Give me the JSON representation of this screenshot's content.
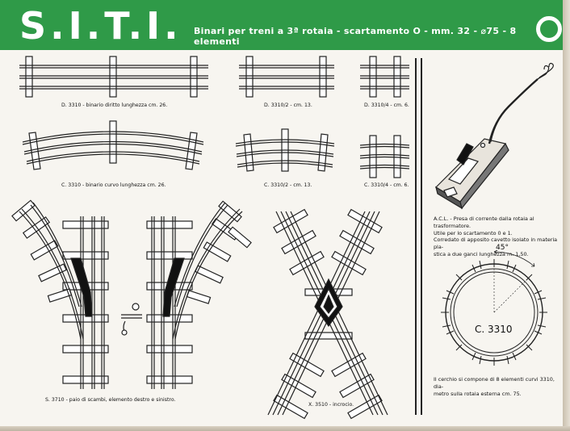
{
  "header": {
    "brand": "S.I.T.I.",
    "subtitle_before": "Binari per treni a 3ª rotaia  - scartamento O - mm. 32 -",
    "subtitle_symbol": "⌀",
    "subtitle_after": "75 - 8 elementi",
    "badge": "O"
  },
  "captions": {
    "straight_full": "D. 3310 - binario diritto lunghezza cm. 26.",
    "straight_half": "D. 3310/2 - cm. 13.",
    "straight_quarter": "D. 3310/4 - cm. 6.",
    "curve_full": "C. 3310 - binario curvo lunghezza cm. 26.",
    "curve_half": "C. 3310/2 - cm. 13.",
    "curve_quarter": "C. 3310/4 - cm. 6.",
    "switches": "S. 3710 - paio di scambi, elemento destro e sinistro.",
    "crossing": "X. 3510 - incrocio."
  },
  "acl": {
    "line1": "A.C.L. - Presa di corrente dalla rotaia al trasformatore.",
    "line2": "Utile per lo scartamento 0 e 1.",
    "line3": "Corredato di apposito cavetto isolato in materia pla-",
    "line4": "stica a due ganci lunghezza m. 1,50."
  },
  "circle": {
    "label": "C. 3310",
    "angle": "45°",
    "note1": "Il cerchio si compone di 8 elementi curvi 3310, dia-",
    "note2": "metro sulla rotaia esterna cm. 75."
  },
  "colors": {
    "header_green": "#2f9a48",
    "paper": "#f7f5f0",
    "ink": "#222222"
  }
}
